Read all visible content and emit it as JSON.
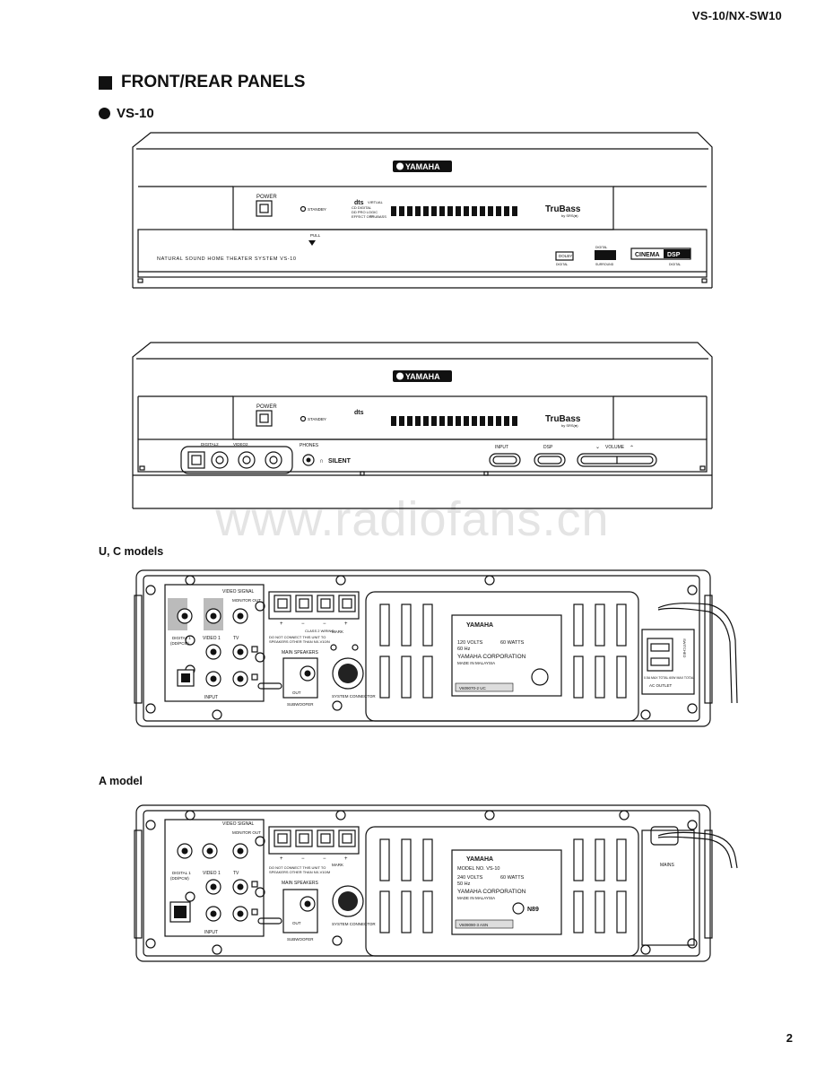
{
  "header": {
    "code": "VS-10/NX-SW10"
  },
  "section": {
    "title": "FRONT/REAR PANELS"
  },
  "subsection": {
    "title": "VS-10"
  },
  "front_closed": {
    "brand": "YAMAHA",
    "power": "POWER",
    "standby": "STANDBY",
    "pull": "PULL",
    "virtual": "VIRTUAL",
    "indicators_left": [
      "CD DIGITAL",
      "DD PRO LOGIC",
      "EFFECT OFF"
    ],
    "trubass_label": "TRUBASS",
    "trubass": "TruBass",
    "srs": "by SRS(●)",
    "system_name": "NATURAL SOUND HOME THEATER SYSTEM VS-10",
    "dolby": "DOLBY",
    "dolby_sub": "DIGITAL",
    "dts_top": "DIGITAL",
    "dts_bottom": "SURROUND",
    "cinema": "CINEMA",
    "dsp": "DSP",
    "cinema_sub": "DIGITAL"
  },
  "front_open": {
    "brand": "YAMAHA",
    "power": "POWER",
    "standby": "STANDBY",
    "trubass": "TruBass",
    "srs": "by SRS(●)",
    "digital2": "DIGITAL2",
    "video2": "VIDEO2",
    "phones": "PHONES",
    "silent": "SILENT",
    "input": "INPUT",
    "dsp": "DSP",
    "volume": "VOLUME"
  },
  "rear_uc": {
    "label": "U, C models",
    "video_signal": "VIDEO SIGNAL",
    "monitor_out": "MONITOR OUT",
    "digital1": "DIGITAL 1",
    "digital1_sub": "(DD/PCM)",
    "video1": "VIDEO 1",
    "tv": "TV",
    "input": "INPUT",
    "subwoofer": "SUBWOOFER",
    "out": "OUT",
    "class2": "CLASS 2 WIRING",
    "warn1": "DO NOT CONNECT THIS UNIT TO",
    "warn2": "SPEAKERS OTHER THAN NX-V10/N",
    "main_speakers": "MAIN SPEAKERS",
    "mark": "MARK",
    "system_connector": "SYSTEM CONNECTOR",
    "plate_brand": "YAMAHA",
    "volts": "120 VOLTS",
    "hz": "60 Hz",
    "watts": "60 WATTS",
    "corporation": "YAMAHA CORPORATION",
    "made_in": "MADE IN MALAYSIA",
    "serial": "V609070-2 UC",
    "ac_outlet": "AC OUTLET",
    "switched": "SWITCHED",
    "outlet_note": "0.5A MAX TOTAL 60W MAX TOTAL"
  },
  "rear_a": {
    "label": "A model",
    "video_signal": "VIDEO SIGNAL",
    "monitor_out": "MONITOR OUT",
    "digital1": "DIGITAL 1",
    "digital1_sub": "(DD/PCM)",
    "video1": "VIDEO 1",
    "tv": "TV",
    "input": "INPUT",
    "subwoofer": "SUBWOOFER",
    "out": "OUT",
    "warn1": "DO NOT CONNECT THIS UNIT TO",
    "warn2": "SPEAKERS OTHER THAN NX-V10/M",
    "main_speakers": "MAIN SPEAKERS",
    "mark": "MARK",
    "system_connector": "SYSTEM CONNECTOR",
    "plate_brand": "YAMAHA",
    "model_no": "MODEL NO.  VS-10",
    "volts": "240 VOLTS",
    "hz": "50 Hz",
    "watts": "60 WATTS",
    "corporation": "YAMAHA CORPORATION",
    "made_in": "MADE IN MALAYSIA",
    "serial": "V609090-3 ASN",
    "cert": "N89",
    "mains": "MAINS"
  },
  "watermark": "www.radiofans.cn",
  "page_number": "2"
}
